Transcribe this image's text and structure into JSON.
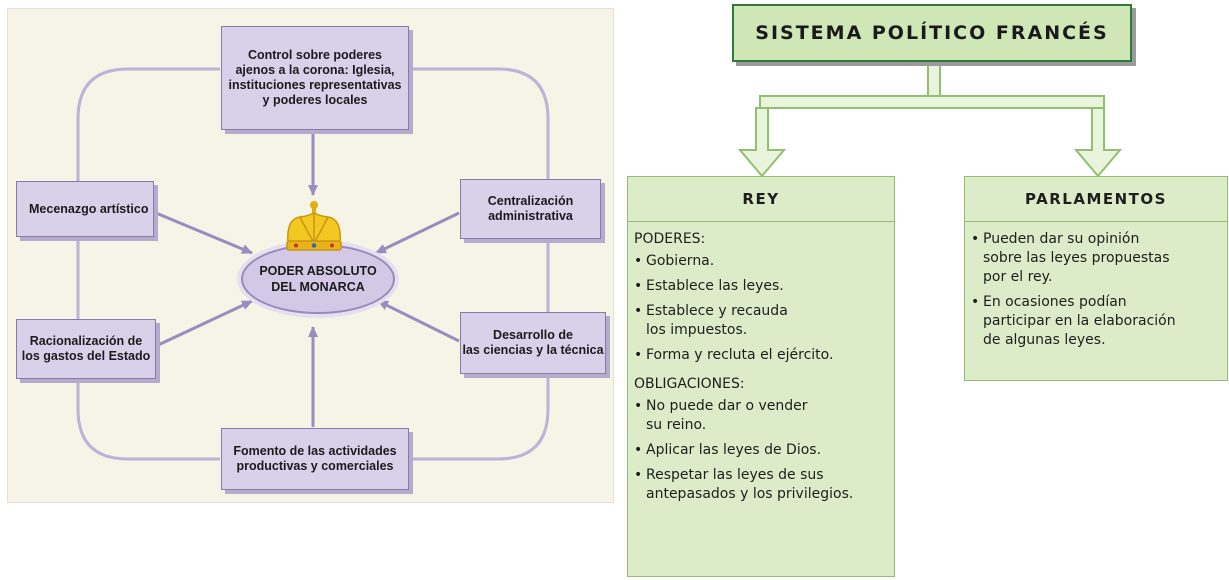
{
  "left_diagram": {
    "center": "PODER ABSOLUTO\nDEL MONARCA",
    "boxes": {
      "control": "Control sobre poderes\najenos a la corona: Iglesia,\ninstituciones representativas\ny poderes locales",
      "mecenazgo": "Mecenazgo artístico",
      "centralizacion": "Centralización\nadministrativa",
      "racionalizacion": "Racionalización de\nlos gastos del Estado",
      "desarrollo": "Desarrollo de\nlas ciencias y la técnica",
      "fomento": "Fomento de las actividades\nproductivas y comerciales"
    },
    "colors": {
      "box_fill": "#d9d0ea",
      "box_border": "#8b7aa9",
      "background": "#f6f3e7",
      "crown": "#f2c21b"
    }
  },
  "right_diagram": {
    "title": "SISTEMA POLÍTICO FRANCÉS",
    "rey": {
      "heading": "REY",
      "poderes_heading": "PODERES:",
      "poderes": [
        "Gobierna.",
        "Establece las leyes.",
        "Establece y recauda\nlos impuestos.",
        "Forma y recluta el ejército."
      ],
      "obligaciones_heading": "OBLIGACIONES:",
      "obligaciones": [
        "No puede dar o vender\nsu reino.",
        "Aplicar las leyes de Dios.",
        "Respetar las leyes de sus\nantepasados y los privilegios."
      ]
    },
    "parlamentos": {
      "heading": "PARLAMENTOS",
      "items": [
        "Pueden dar su opinión\nsobre las leyes propuestas\npor el rey.",
        "En ocasiones podían\nparticipar en la elaboración\nde algunas leyes."
      ]
    },
    "colors": {
      "box_fill": "#dcecc8",
      "title_border": "#2f7a3a"
    }
  }
}
